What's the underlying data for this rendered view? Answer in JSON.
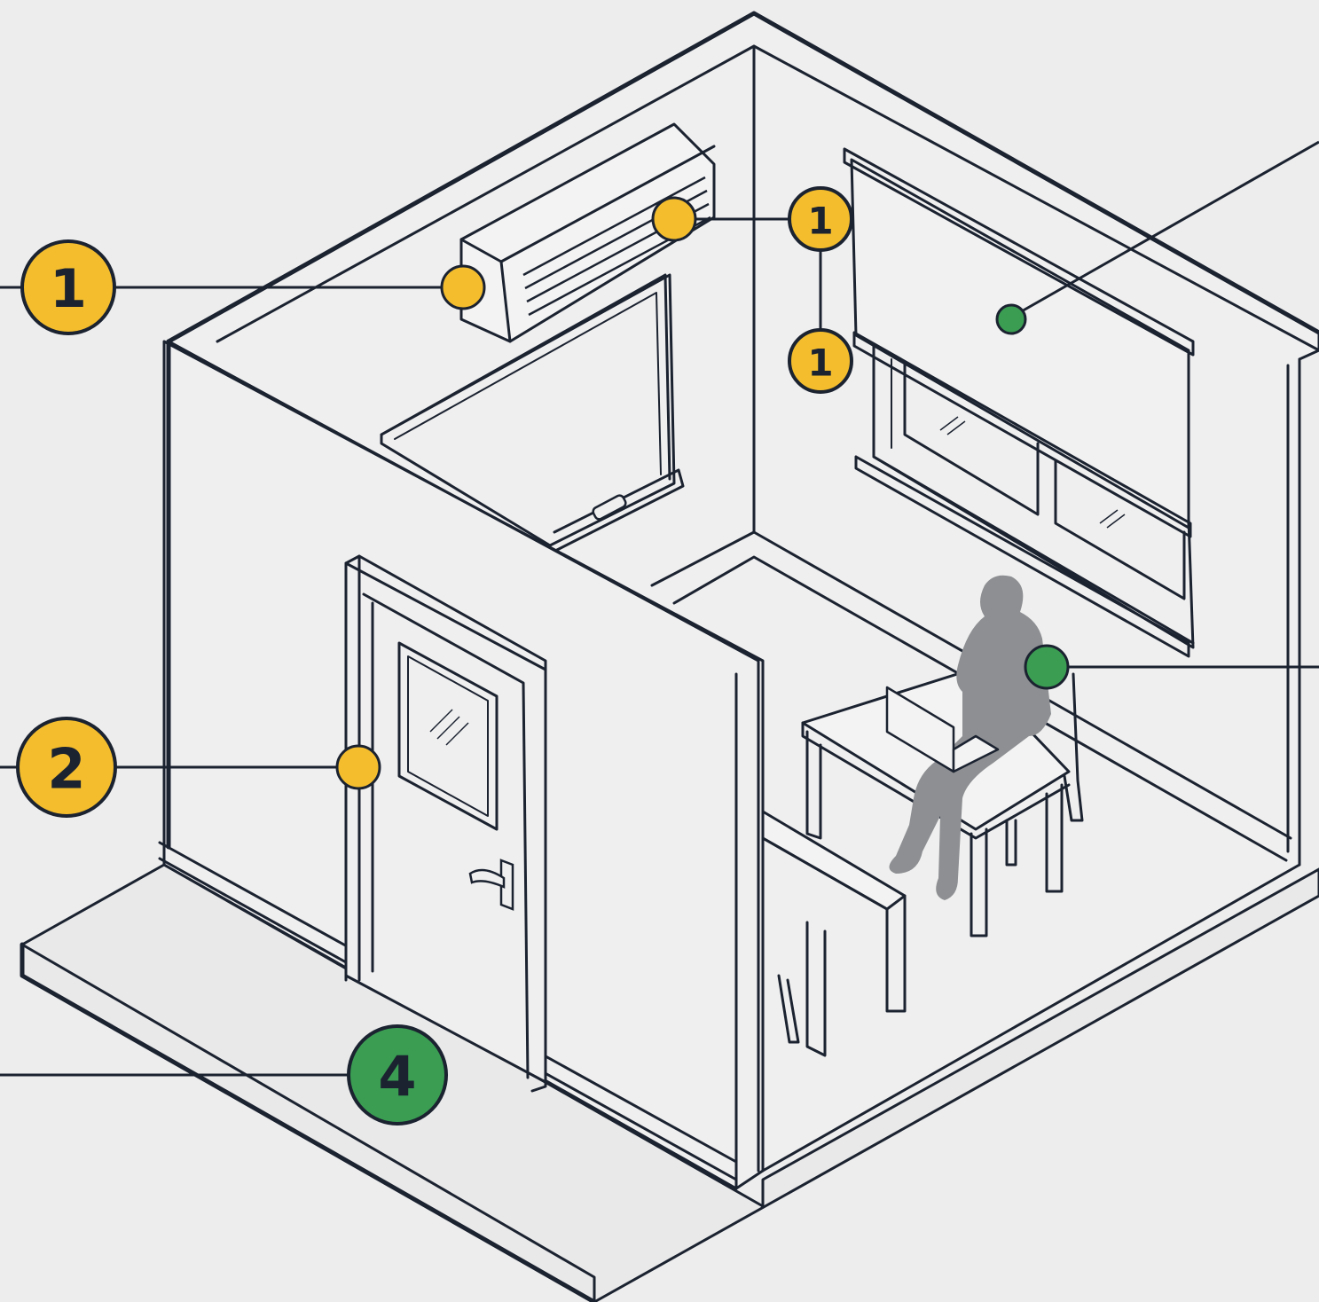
{
  "colors": {
    "background": "#ededed",
    "line": "#1b2230",
    "yellow": "#f3bd2e",
    "green": "#3a9d52",
    "figure": "#8d8f92"
  },
  "callouts": [
    {
      "id": "ac-left",
      "label": "1",
      "color": "yellow"
    },
    {
      "id": "ac-top",
      "label": "1",
      "color": "yellow"
    },
    {
      "id": "ac-below",
      "label": "1",
      "color": "yellow"
    },
    {
      "id": "door",
      "label": "2",
      "color": "yellow"
    },
    {
      "id": "floor",
      "label": "4",
      "color": "green"
    }
  ],
  "markers": [
    {
      "id": "air-conditioner-side",
      "color": "yellow"
    },
    {
      "id": "air-conditioner-vent",
      "color": "yellow"
    },
    {
      "id": "door-frame",
      "color": "yellow"
    },
    {
      "id": "window-blind",
      "color": "green"
    },
    {
      "id": "person",
      "color": "green"
    }
  ],
  "icons": [
    "air-conditioner-icon",
    "whiteboard-icon",
    "door-icon",
    "window-icon",
    "blind-icon",
    "desk-icon",
    "chair-icon",
    "laptop-icon",
    "person-icon"
  ]
}
